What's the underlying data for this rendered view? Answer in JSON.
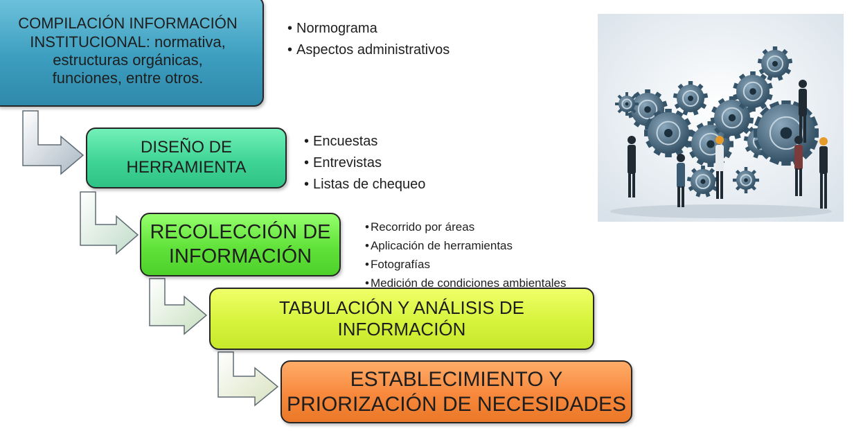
{
  "steps": [
    {
      "label": "COMPILACIÓN INFORMACIÓN\nINSTITUCIONAL: normativa,\nestructuras orgánicas,\nfunciones, entre otros.",
      "color": "#3d9ebf"
    },
    {
      "label": "DISEÑO DE\nHERRAMIENTA",
      "color": "#3fd596"
    },
    {
      "label": "RECOLECCIÓN DE\nINFORMACIÓN",
      "color": "#61e23a"
    },
    {
      "label": "TABULACIÓN Y ANÁLISIS DE\nINFORMACIÓN",
      "color": "#d6f33c"
    },
    {
      "label": "ESTABLECIMIENTO Y\nPRIORIZACIÓN DE NECESIDADES",
      "color": "#f7883c"
    }
  ],
  "bullets": [
    [
      "Normograma",
      "Aspectos administrativos"
    ],
    [
      "Encuestas",
      "Entrevistas",
      "Listas de chequeo"
    ],
    [
      "Recorrido por áreas",
      "Aplicación de herramientas",
      "Fotografías",
      "Medición de condiciones ambientales"
    ]
  ],
  "arrow_colors": [
    "#aab8c4",
    "#c1dcc8",
    "#c8e0c0",
    "#d8e2bf"
  ],
  "image": {
    "icon": "teamwork-gears-photo"
  }
}
